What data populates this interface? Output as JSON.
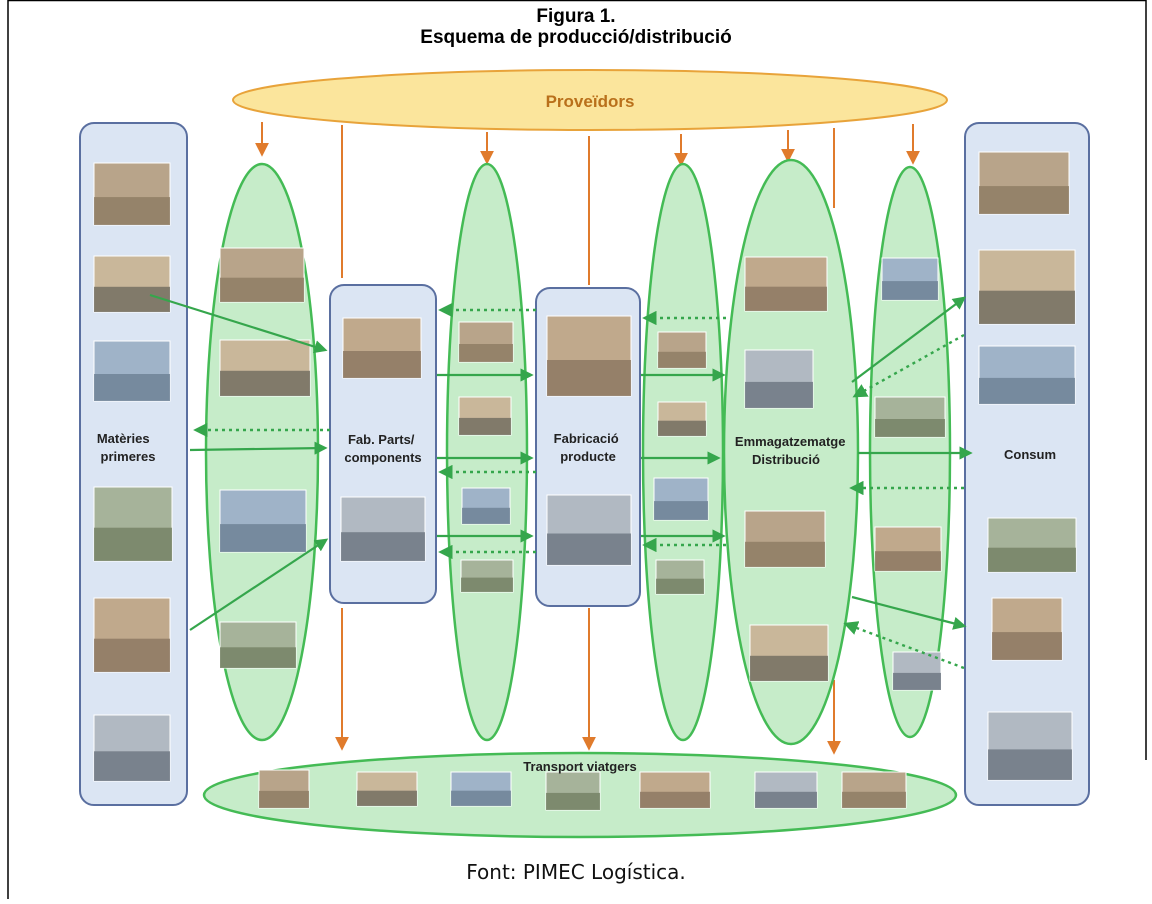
{
  "title": {
    "line1": "Figura 1.",
    "line2": "Esquema de producció/distribució"
  },
  "nodes": {
    "providers": "Proveïdors",
    "raw_materials": "Matèries primeres",
    "parts": "Fab. Parts/ components",
    "manufacturing": "Fabricació producte",
    "storage": "Emmagatzematge Distribució",
    "consumption": "Consum",
    "passenger_transport": "Transport viatgers"
  },
  "caption": "Font: PIMEC Logística.",
  "colors": {
    "panel_fill": "#dbe5f3",
    "panel_stroke": "#5a6fa0",
    "ellipse_fill": "#c6ecc9",
    "ellipse_stroke": "#44bb55",
    "provider_fill": "#fbe59c",
    "provider_stroke": "#e8a33a",
    "provider_text": "#b9701b",
    "arrow_orange": "#e07b2c",
    "arrow_green": "#35a64c"
  },
  "images": {
    "raw_materials": [
      "flour-sugar-photo",
      "oranges-photo",
      "sheep-photo",
      "rolls-wood-photo",
      "wheat-field-photo",
      "ore-rocks-photo"
    ],
    "transport_1": [
      "freight-train-photo",
      "truck-photo",
      "container-ship-photo",
      "cargo-plane-photo"
    ],
    "parts": [
      "factory-photo",
      "silos-photo"
    ],
    "transport_2": [
      "yellow-truck-photo",
      "red-train-photo",
      "airplane-photo",
      "ship-photo"
    ],
    "manufacturing": [
      "machine-photo",
      "industrial-plant-photo"
    ],
    "transport_3": [
      "small-train-photo",
      "lorry-photo",
      "port-cranes-photo",
      "trucks-row-photo"
    ],
    "storage": [
      "warehouse-interior-photo",
      "forklifts-photo",
      "logistics-yard-photo",
      "warehouse-building-photo"
    ],
    "transport_4": [
      "green-van-photo",
      "yellow-van-photo",
      "white-van-photo",
      "delivery-van-photo"
    ],
    "consumption": [
      "apartment-building-photo",
      "shop-shelves-photo",
      "vegetables-photo",
      "shopping-bags-photo",
      "laptop-shopping-photo",
      "city-skyline-photo"
    ],
    "passenger": [
      "taxi-photo",
      "bus-photo",
      "tram-photo",
      "train-photo",
      "ferry-photo",
      "station-photo",
      "plane-photo"
    ]
  }
}
